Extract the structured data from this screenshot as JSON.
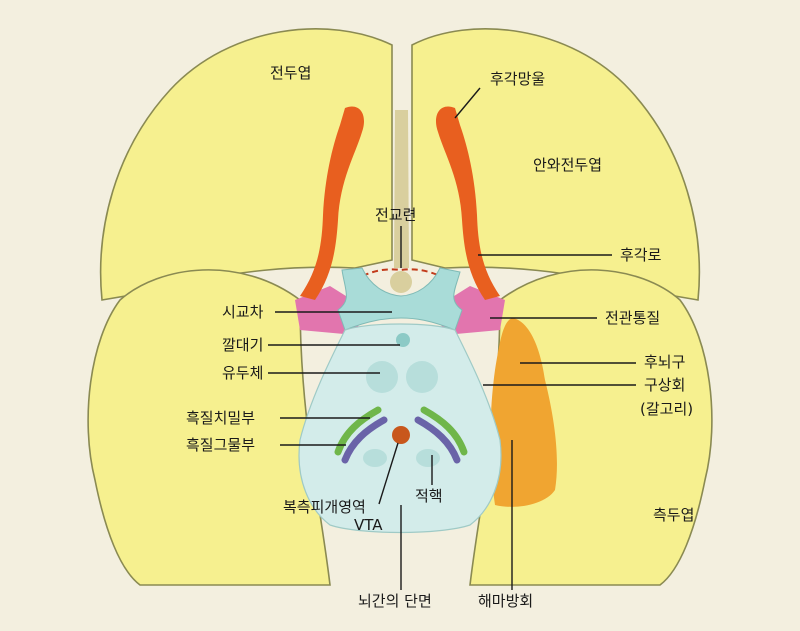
{
  "labels": {
    "frontal_lobe": "전두엽",
    "olfactory_bulb": "후각망울",
    "orbitofrontal": "안와전두엽",
    "anterior_commissure": "전교련",
    "olfactory_tract": "후각로",
    "optic_chiasm": "시교차",
    "anterior_perforated": "전관통질",
    "infundibulum": "깔대기",
    "rhinal_sulcus": "후뇌구",
    "mammillary_body": "유두체",
    "uncus_line1": "구상회",
    "uncus_line2": "(갈고리)",
    "substantia_nigra_compacta": "흑질치밀부",
    "substantia_nigra_reticulata": "흑질그물부",
    "vta_korean": "복측피개영역",
    "vta": "VTA",
    "red_nucleus": "적핵",
    "temporal_lobe": "측두엽",
    "brainstem_section": "뇌간의 단면",
    "parahippocampal_gyrus": "해마방회"
  },
  "colors": {
    "background": "#f3efdf",
    "cortex": "#f6f08f",
    "cortex_outline": "#8a8a52",
    "olfactory": "#e85f1f",
    "anterior_perforated": "#e275ae",
    "optic": "#a9dcd8",
    "brainstem": "#d3ecea",
    "nigra_compacta": "#6fb64a",
    "nigra_reticulata": "#6a63a8",
    "red_nucleus": "#c8571c",
    "entorhinal": "#f0a531",
    "commissure": "#d9cf9e"
  }
}
